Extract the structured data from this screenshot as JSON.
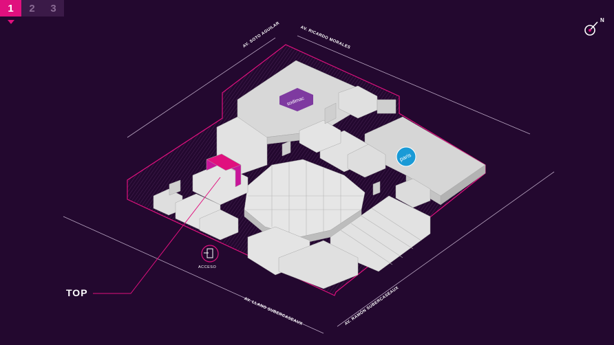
{
  "floors": {
    "tabs": [
      {
        "label": "1",
        "active": true
      },
      {
        "label": "2",
        "active": false
      },
      {
        "label": "3",
        "active": false
      }
    ]
  },
  "streets": {
    "soto_aguilar": "AV. SOTO AGUILAR",
    "ricardo_morales": "AV. RICARDO MORALES",
    "llano_subercaseaux": "AV. LLANO SUBERCASEAUX",
    "ramon_subercaseaux": "AV. RAMÓN SUBERCASEAUX"
  },
  "compass": {
    "label": "N"
  },
  "stores": {
    "highlighted": "TOP",
    "anchor_1": "sodimac",
    "anchor_2": "paris"
  },
  "access": {
    "label": "ACCESO"
  },
  "colors": {
    "background": "#23082f",
    "accent": "#e0107e",
    "highlight_store": "#c8169a",
    "building": "#d9d9d9",
    "sodimac": "#7e3aa0",
    "paris": "#1a9ad6"
  }
}
